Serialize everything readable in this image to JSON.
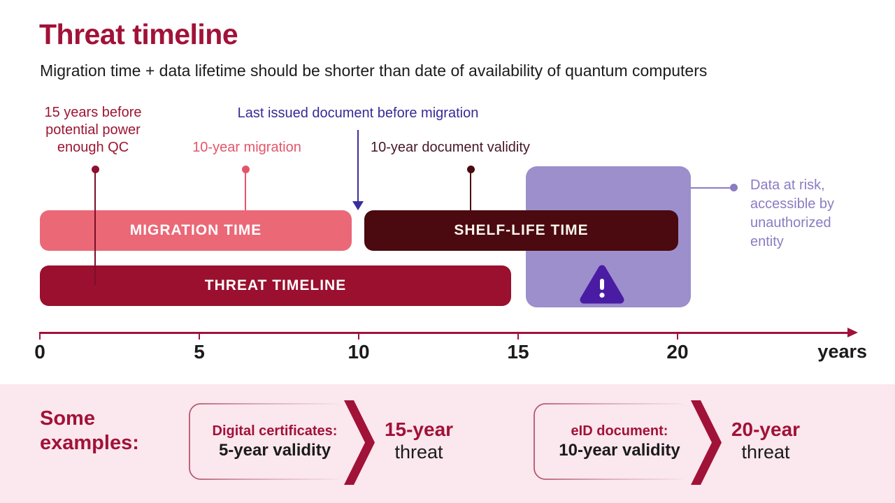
{
  "title": "Threat timeline",
  "subtitle": "Migration time + data lifetime should be shorter than date of availability of quantum computers",
  "annotations": {
    "qc_power": {
      "lines": [
        "15 years before",
        "potential power",
        "enough QC"
      ]
    },
    "migration": {
      "label": "10-year migration"
    },
    "last_issued": {
      "label": "Last issued document before migration"
    },
    "doc_validity": {
      "label": "10-year document validity"
    },
    "data_at_risk": {
      "lines": [
        "Data at risk,",
        "accessible by",
        "unauthorized",
        "entity"
      ]
    }
  },
  "timeline": {
    "unit": "years",
    "ticks": [
      "0",
      "5",
      "10",
      "15",
      "20"
    ],
    "bars": [
      {
        "label": "MIGRATION TIME",
        "start_year": 0,
        "end_year": 10
      },
      {
        "label": "SHELF-LIFE TIME",
        "start_year": 10,
        "end_year": 20
      },
      {
        "label": "THREAT TIMELINE",
        "start_year": 0,
        "end_year": 15
      }
    ],
    "risk_window": {
      "start_year": 15,
      "end_year": 20,
      "icon": "warning-triangle"
    }
  },
  "examples": {
    "heading_lines": [
      "Some",
      "examples:"
    ],
    "items": [
      {
        "title": "Digital certificates:",
        "validity": "5-year validity",
        "threat": "15-year",
        "threat_suffix": "threat"
      },
      {
        "title": "eID document:",
        "validity": "10-year validity",
        "threat": "20-year",
        "threat_suffix": "threat"
      }
    ]
  },
  "colors": {
    "crimson": "#A11238",
    "threat_bar": "#9A102E",
    "migration_bar": "#EB6877",
    "shelf_bar": "#4A0A10",
    "pink_label": "#E4556A",
    "dark_red_label": "#9C1632",
    "indigo_label": "#352B96",
    "plum_label": "#451726",
    "purple_box": "#9C8FCB",
    "purple_text": "#8B7CC2",
    "warning_triangle": "#4A1CA4",
    "examples_bg": "#FBE7EE",
    "text_dark": "#1B1B1B"
  }
}
